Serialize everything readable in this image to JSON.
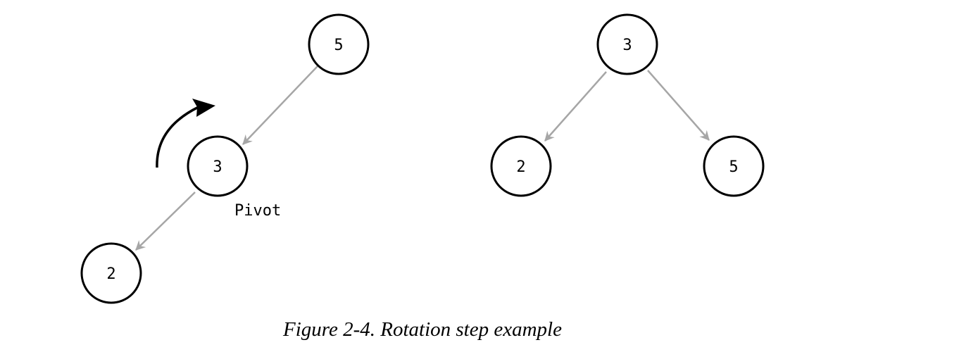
{
  "before_tree": {
    "root": {
      "label": "5"
    },
    "pivot": {
      "label": "3"
    },
    "leaf": {
      "label": "2"
    },
    "pivot_text": "Pivot",
    "rotation_arrow_icon": "curved-arrow-clockwise"
  },
  "after_tree": {
    "root": {
      "label": "3"
    },
    "left": {
      "label": "2"
    },
    "right": {
      "label": "5"
    }
  },
  "colors": {
    "edge": "#a6a6a6",
    "node_stroke": "#000000"
  },
  "caption": "Figure 2-4. Rotation step example"
}
